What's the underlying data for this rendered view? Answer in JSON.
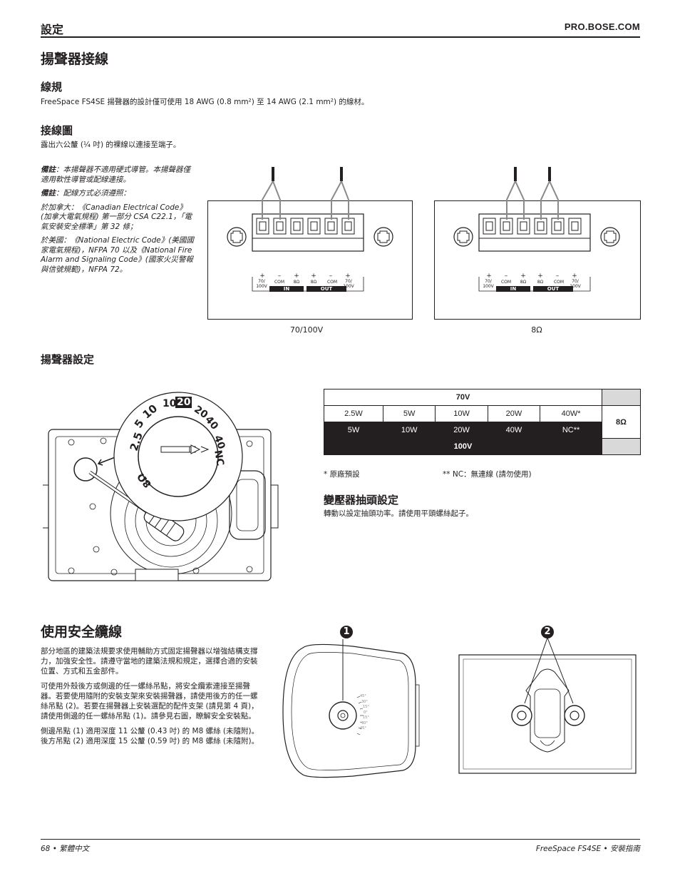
{
  "header": {
    "section": "設定",
    "site": "PRO.BOSE.COM"
  },
  "wiring": {
    "title": "揚聲器接線",
    "gauge": {
      "heading": "線規",
      "text": "FreeSpace FS4SE 揚聲器的設計僅可使用 18 AWG (0.8 mm²) 至 14 AWG (2.1 mm²) 的線材。"
    },
    "diagram": {
      "heading": "接線圖",
      "text": "露出六公釐 (¼ 吋) 的裸線以連接至端子。"
    },
    "notes": [
      {
        "label": "備註",
        "text": "：本揚聲器不適用硬式導管。本揚聲器僅適用軟性導管或配線連接。"
      },
      {
        "label": "備註",
        "text": "：配線方式必須遵照："
      },
      {
        "label": "",
        "text": "於加拿大：《Canadian Electrical Code》(加拿大電氣規程) 第一部分 CSA C22.1，「電氣安裝安全標準」第 32 條；"
      },
      {
        "label": "",
        "text": "於美國：《National Electric Code》(美國國家電氣規程)，NFPA 70 以及《National Fire Alarm and Signaling Code》(國家火災警報與信號規範)，NFPA 72。"
      }
    ],
    "terminal_labels": {
      "plus": "+",
      "minus": "–",
      "v70": "70/",
      "v100": "100V",
      "com": "COM",
      "ohm8": "8Ω",
      "in": "IN",
      "out": "OUT"
    },
    "captions": [
      "70/100V",
      "8Ω"
    ]
  },
  "speaker_settings": {
    "heading": "揚聲器設定",
    "dial_labels": [
      "2.5",
      "5",
      "10",
      "10",
      "20",
      "20",
      "40",
      "40",
      "NC",
      "8Ω"
    ],
    "table": {
      "top_header": "70V",
      "row_70v": [
        "2.5W",
        "5W",
        "10W",
        "20W",
        "40W*"
      ],
      "row_100v": [
        "5W",
        "10W",
        "20W",
        "40W",
        "NC**"
      ],
      "bottom_header": "100V",
      "side": "8Ω"
    },
    "footnote_default": "* 原廠預設",
    "footnote_nc": "** NC：無連線 (請勿使用)",
    "tap": {
      "heading": "變壓器抽頭設定",
      "text": "轉動以設定抽頭功率。請使用平頭螺絲起子。"
    }
  },
  "safety": {
    "title": "使用安全纜線",
    "paragraphs": [
      "部分地區的建築法規要求使用輔助方式固定揚聲器以增強結構支撐力，加強安全性。請遵守當地的建築法規和規定，選擇合適的安裝位置、方式和五金部件。",
      "可使用外殼後方或側邊的任一螺絲吊點，將安全纜索連接至揚聲器。若要使用隨附的安裝支架來安裝揚聲器，請使用後方的任一螺絲吊點 (2)。若要在揚聲器上安裝選配的配件支架 (請見第 4 頁)，請使用側邊的任一螺絲吊點 (1)。請參見右圖，瞭解安全安裝點。",
      "側邊吊點 (1) 適用深度 11 公釐 (0.43 吋) 的 M8 螺絲 (未隨附)。後方吊點 (2) 適用深度 15 公釐 (0.59 吋) 的 M8 螺絲 (未隨附)。"
    ],
    "callouts": [
      "1",
      "2"
    ],
    "angles": [
      "45°",
      "30°",
      "15°",
      "0°",
      "15°",
      "30°",
      "45°"
    ]
  },
  "footer": {
    "left": "68 • 繁體中文",
    "right": "FreeSpace FS4SE • 安裝指南"
  }
}
